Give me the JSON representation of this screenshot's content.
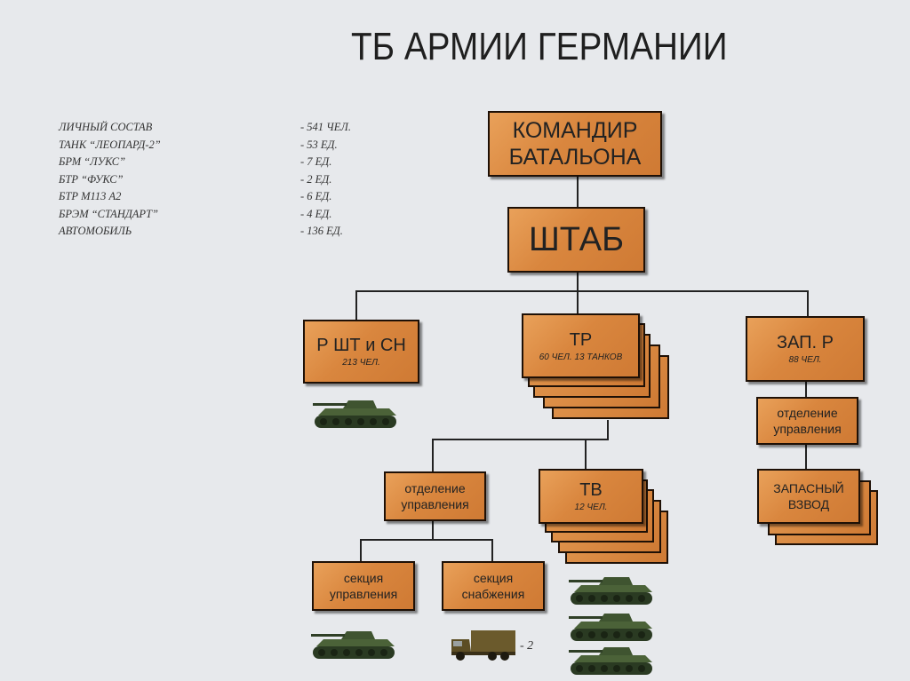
{
  "title": "ТБ АРМИИ ГЕРМАНИИ",
  "stats": [
    {
      "label": "ЛИЧНЫЙ СОСТАВ",
      "value": "- 541 ЧЕЛ."
    },
    {
      "label": "ТАНК “ЛЕОПАРД-2”",
      "value": "-   53 ЕД."
    },
    {
      "label": "БРМ “ЛУКС”",
      "value": "-     7 ЕД."
    },
    {
      "label": "БТР “ФУКС”",
      "value": "-     2 ЕД."
    },
    {
      "label": "БТР М113 А2",
      "value": "-     6 ЕД."
    },
    {
      "label": "БРЭМ “СТАНДАРТ”",
      "value": "-     4 ЕД."
    },
    {
      "label": "АВТОМОБИЛЬ",
      "value": "- 136 ЕД."
    }
  ],
  "org": {
    "commander": {
      "line1": "КОМАНДИР",
      "line2": "БАТАЛЬОНА"
    },
    "hq": "ШТАБ",
    "rsht": {
      "label": "Р ШТ и СН",
      "note": "213 ЧЕЛ."
    },
    "tr": {
      "label": "ТР",
      "note": "60 ЧЕЛ. 13 ТАНКОВ"
    },
    "zap": {
      "label": "ЗАП. Р",
      "note": "88 ЧЕЛ."
    },
    "zap_ctrl": {
      "line1": "отделение",
      "line2": "управления"
    },
    "zap_platoon": {
      "line1": "ЗАПАСНЫЙ",
      "line2": "ВЗВОД"
    },
    "tr_ctrl": {
      "line1": "отделение",
      "line2": "управления"
    },
    "tv": {
      "label": "ТВ",
      "note": "12 ЧЕЛ."
    },
    "sec_ctrl": {
      "line1": "секция",
      "line2": "управления"
    },
    "sec_supply": {
      "line1": "секция",
      "line2": "снабжения"
    },
    "truck_count": "- 2"
  }
}
